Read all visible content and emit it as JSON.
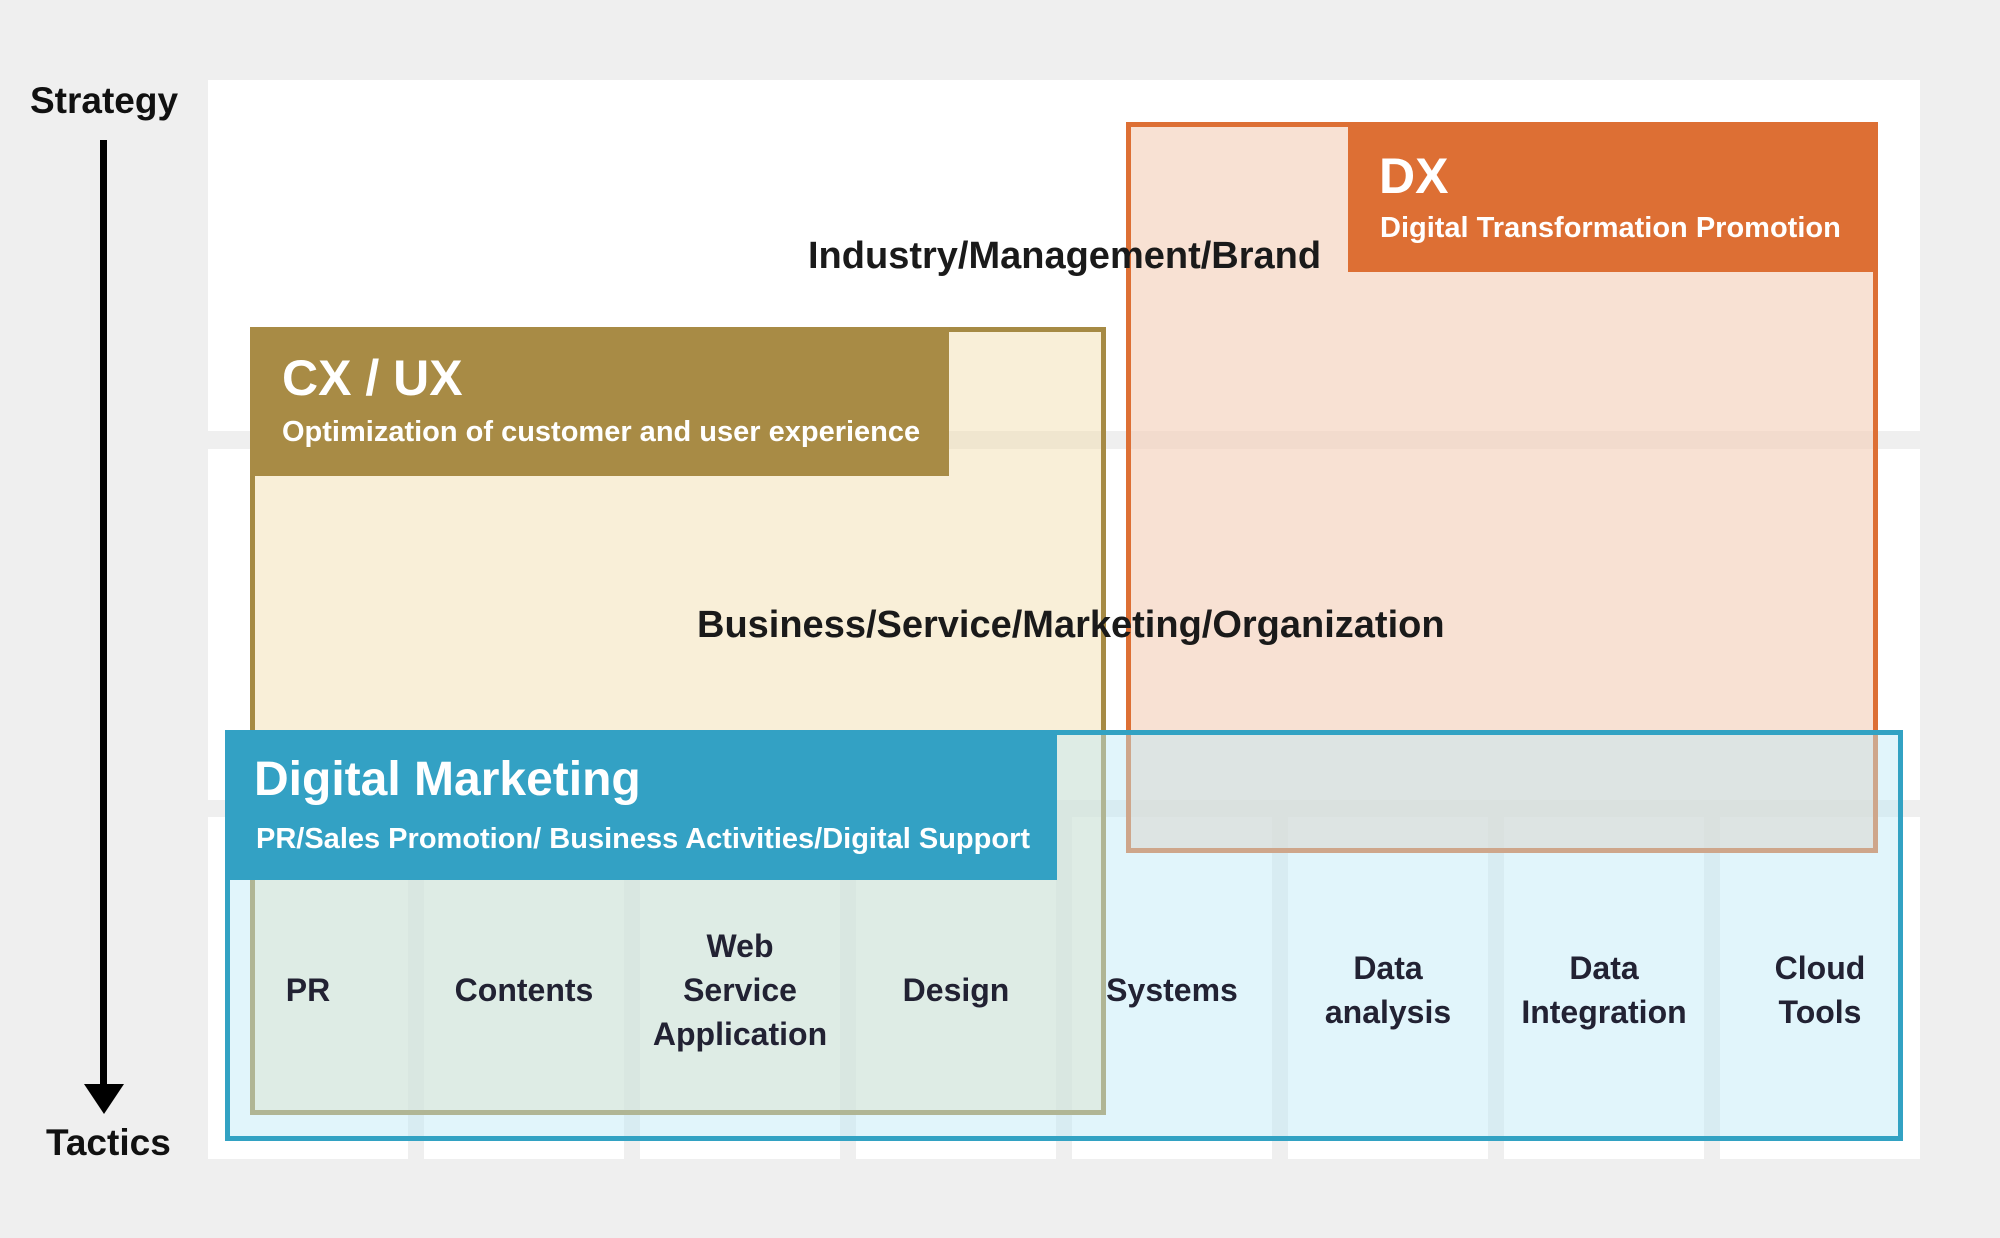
{
  "axis": {
    "top_label": "Strategy",
    "bottom_label": "Tactics"
  },
  "layers": {
    "top": "Industry/Management/Brand",
    "middle": "Business/Service/Marketing/Organization"
  },
  "cx_ux": {
    "title": "CX / UX",
    "subtitle": "Optimization of customer and user experience",
    "color": "#a88b45"
  },
  "dx": {
    "title": "DX",
    "subtitle": "Digital Transformation Promotion",
    "color": "#dd6f34"
  },
  "digital_marketing": {
    "title": "Digital Marketing",
    "subtitle": "PR/Sales Promotion/ Business Activities/Digital Support",
    "color": "#33a1c4"
  },
  "tools": [
    {
      "lines": [
        "PR"
      ]
    },
    {
      "lines": [
        "Contents"
      ]
    },
    {
      "lines": [
        "Web",
        "Service",
        "Application"
      ]
    },
    {
      "lines": [
        "Design"
      ]
    },
    {
      "lines": [
        "Systems"
      ]
    },
    {
      "lines": [
        "Data",
        "analysis"
      ]
    },
    {
      "lines": [
        "Data",
        "Integration"
      ]
    },
    {
      "lines": [
        "Cloud",
        "Tools"
      ]
    }
  ]
}
